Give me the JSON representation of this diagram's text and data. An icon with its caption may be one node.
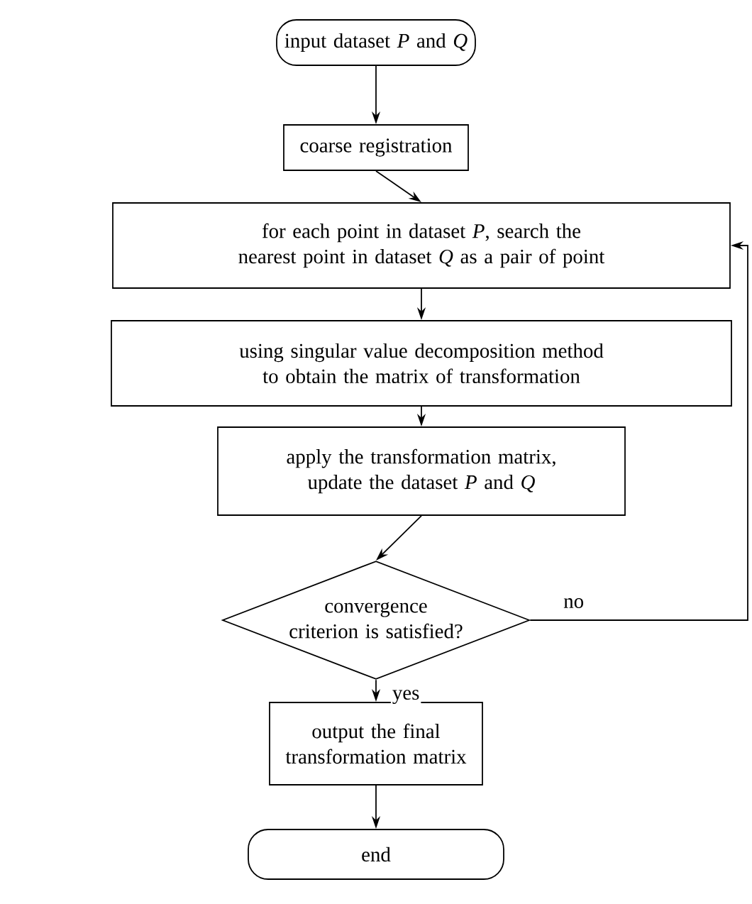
{
  "diagram": {
    "nodes": [
      {
        "text": [
          "input dataset *P* and *Q*"
        ]
      },
      {
        "text": [
          "coarse registration"
        ]
      },
      {
        "text": [
          "for each point in dataset *P*, search the nearest point in dataset *Q* as a pair of point"
        ]
      },
      {
        "text": [
          "using singular value decomposition method to obtain the matrix of transformation"
        ]
      },
      {
        "text": [
          "apply the transformation matrix, update the dataset *P* and *Q*"
        ]
      },
      {
        "text": [
          "convergence criterion is satisfied?"
        ]
      },
      {
        "text": [
          "output the final transformation matrix"
        ]
      },
      {
        "text": [
          "end"
        ]
      }
    ],
    "edges": [
      {
        "from": 0,
        "to": 1,
        "arrow": "to"
      },
      {
        "from": 1,
        "to": 2,
        "arrow": "to"
      },
      {
        "from": 2,
        "to": 3,
        "arrow": "to"
      },
      {
        "from": 3,
        "to": 4,
        "arrow": "to"
      },
      {
        "from": 4,
        "to": 5,
        "arrow": "to"
      },
      {
        "from": 5,
        "to": 6,
        "arrow": "to",
        "label": "yes"
      },
      {
        "from": 6,
        "to": 7,
        "arrow": "to"
      },
      {
        "from": 5,
        "to": 2,
        "arrow": "to",
        "label": "no"
      }
    ]
  }
}
